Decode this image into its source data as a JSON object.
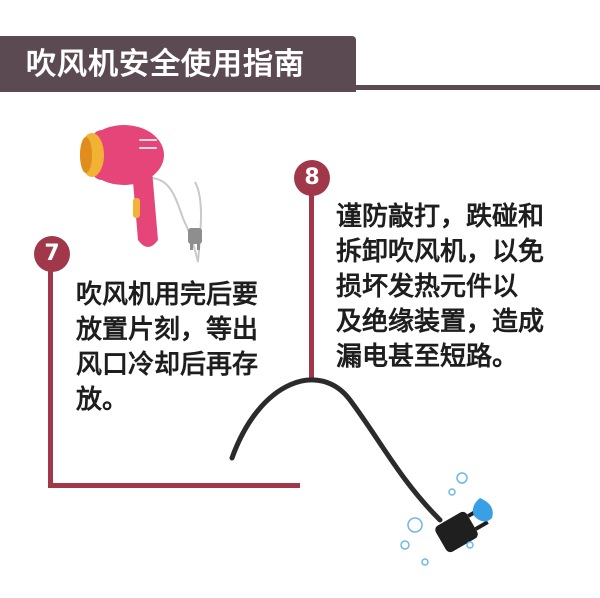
{
  "header": {
    "title": "吹风机安全使用指南"
  },
  "tips": [
    {
      "number": "7",
      "text": "吹风机用完后要\n放置片刻，等出\n风口冷却后再存\n放。"
    },
    {
      "number": "8",
      "text": "谨防敲打，跌碰和\n拆卸吹风机，以免\n损坏发热元件以\n及绝缘装置，造成\n漏电甚至短路。"
    }
  ],
  "colors": {
    "header_bg": "#5b4a51",
    "accent": "#a0384a",
    "dryer_body": "#e6457a",
    "dryer_nozzle": "#f2b233"
  },
  "icons": [
    "hair-dryer-icon",
    "power-plug-icon",
    "water-drop-icon"
  ]
}
